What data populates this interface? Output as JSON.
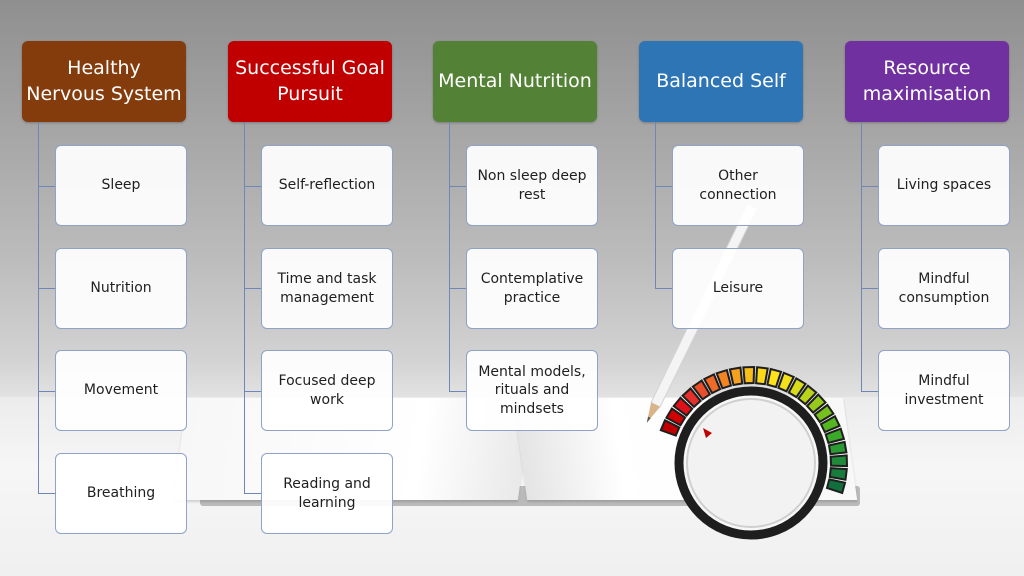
{
  "columns": [
    {
      "title": "Healthy Nervous System",
      "color": "#843c0c",
      "items": [
        "Sleep",
        "Nutrition",
        "Movement",
        "Breathing"
      ]
    },
    {
      "title": "Successful Goal Pursuit",
      "color": "#c00000",
      "items": [
        "Self-reflection",
        "Time and task management",
        "Focused deep work",
        "Reading and learning"
      ]
    },
    {
      "title": "Mental Nutrition",
      "color": "#538135",
      "items": [
        "Non sleep deep rest",
        "Contemplative practice",
        "Mental models, rituals and mindsets"
      ]
    },
    {
      "title": "Balanced Self",
      "color": "#2e75b6",
      "items": [
        "Other connection",
        "Leisure"
      ]
    },
    {
      "title": "Resource maximisation",
      "color": "#7030a0",
      "items": [
        "Living spaces",
        "Mindful consumption",
        "Mindful investment"
      ]
    }
  ],
  "colors": {
    "connector": "#6f86b6",
    "item_border": "#8ea3c7"
  },
  "icons": [
    "pencil-icon",
    "dial-gauge-icon",
    "notebook-icon"
  ]
}
